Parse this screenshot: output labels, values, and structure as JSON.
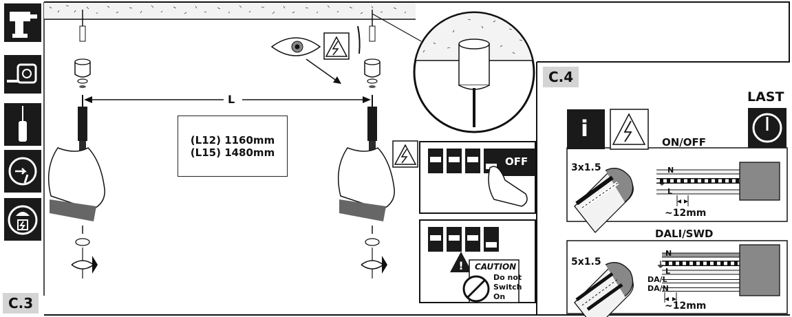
{
  "figure": {
    "step_c3_label": "C.3",
    "step_c4_label": "C.4",
    "distance_label": "L",
    "lengths": [
      {
        "model": "(L12)",
        "value": "1160mm"
      },
      {
        "model": "(L15)",
        "value": "1480mm"
      }
    ],
    "off_label": "OFF",
    "caution": {
      "title": "CAUTION",
      "line1": "Do not",
      "line2": "Switch",
      "line3": "On"
    },
    "c4": {
      "last_label": "LAST",
      "info_symbol": "i",
      "onoff_label": "ON/OFF",
      "cable_onoff": "3x1.5",
      "cable_dali": "5x1.5",
      "dali_label": "DALI/SWD",
      "wires_onoff": [
        "N",
        "L"
      ],
      "wires_dali": [
        "N",
        "L",
        "DA/L",
        "DA/N"
      ],
      "strip_length": "~12mm"
    },
    "tool_icons": [
      "drill-icon",
      "tape-measure-icon",
      "screwdriver-icon",
      "power-off-icon",
      "electrician-icon"
    ]
  }
}
